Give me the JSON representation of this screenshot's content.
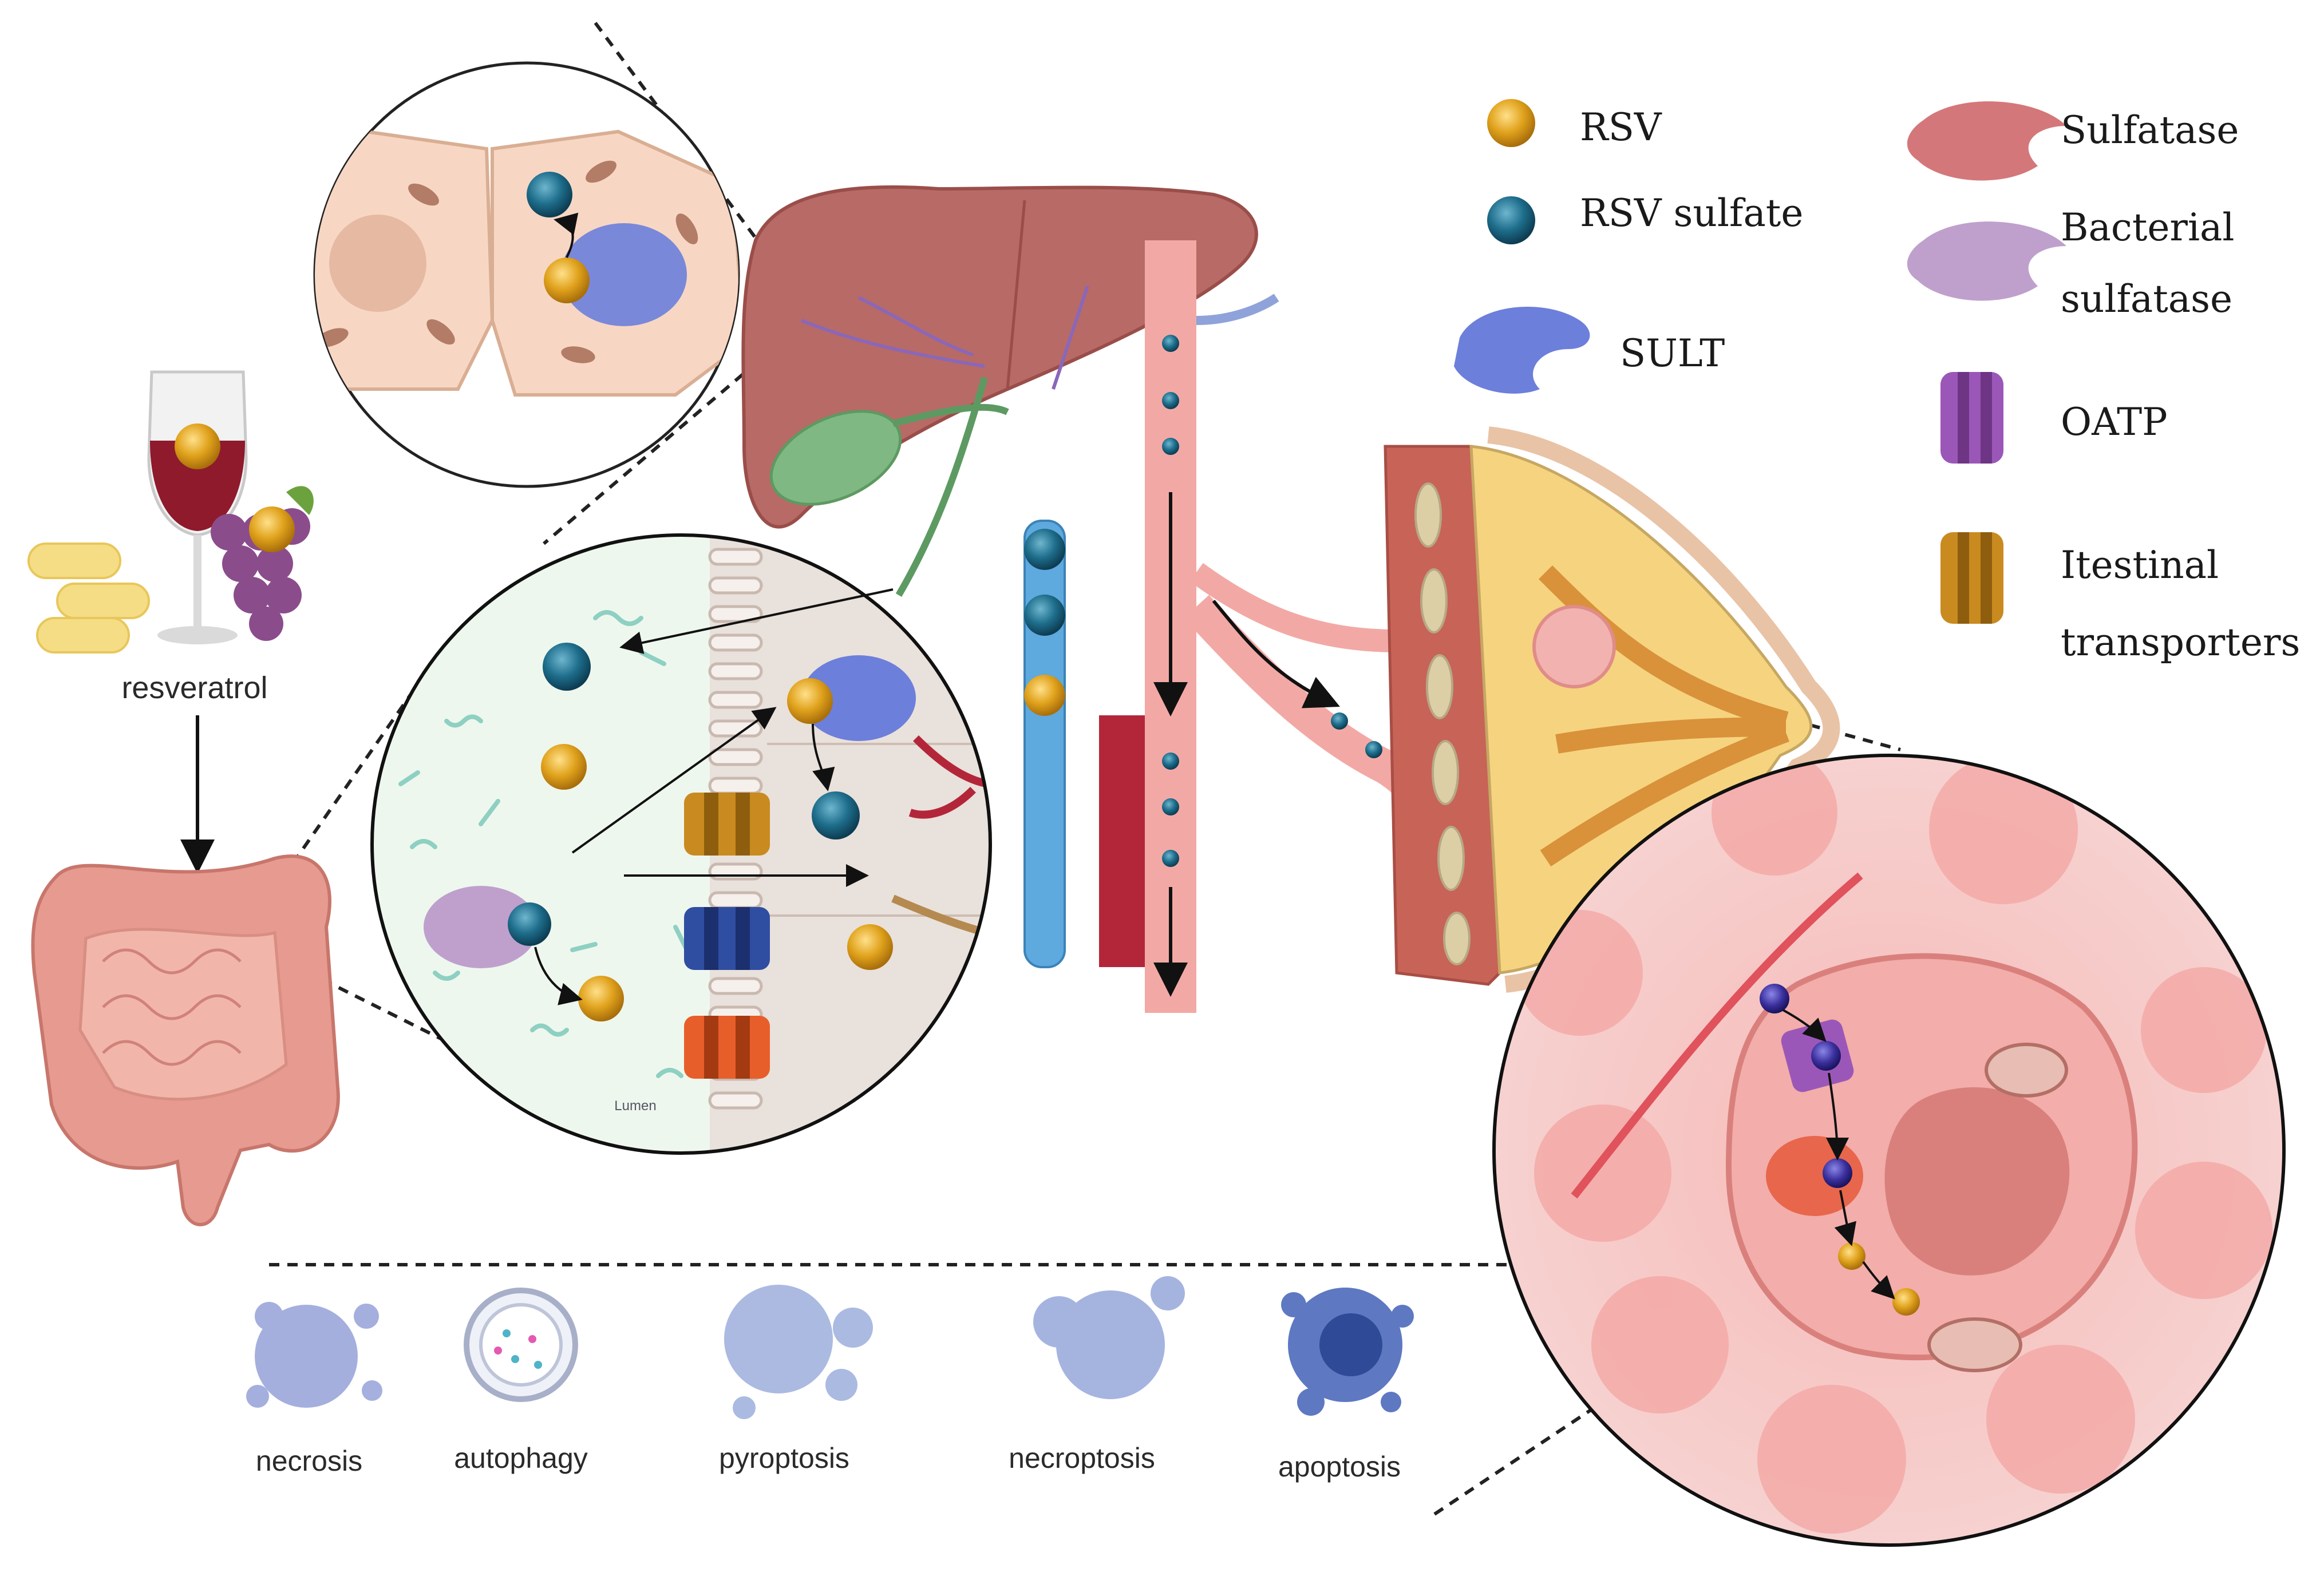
{
  "source_label": "resveratrol",
  "lumen_label": "Lumen",
  "legend": {
    "rsv": "RSV",
    "rsv_sulfate": "RSV sulfate",
    "sult": "SULT",
    "sulfatase": "Sulfatase",
    "bacterial_sulfatase_line1": "Bacterial",
    "bacterial_sulfatase_line2": "sulfatase",
    "oatp": "OATP",
    "intestinal_transporters_line1": "Itestinal",
    "intestinal_transporters_line2": "transporters"
  },
  "cell_death": {
    "necrosis": "necrosis",
    "autophagy": "autophagy",
    "pyroptosis": "pyroptosis",
    "necroptosis": "necroptosis",
    "apoptosis": "apoptosis"
  },
  "colors": {
    "rsv": "#E0A21C",
    "rsv_sulfate": "#1E6E8C",
    "sult": "#6C7FDB",
    "sulfatase": "#D4777A",
    "bacterial_sulfatase": "#BFA0CC",
    "oatp": "#9B57B8",
    "intestinal_transporter": "#C98A1F",
    "artery": "#B3263A",
    "vessel_pink": "#F2A9A5",
    "portal_vein": "#5EA9DD"
  }
}
